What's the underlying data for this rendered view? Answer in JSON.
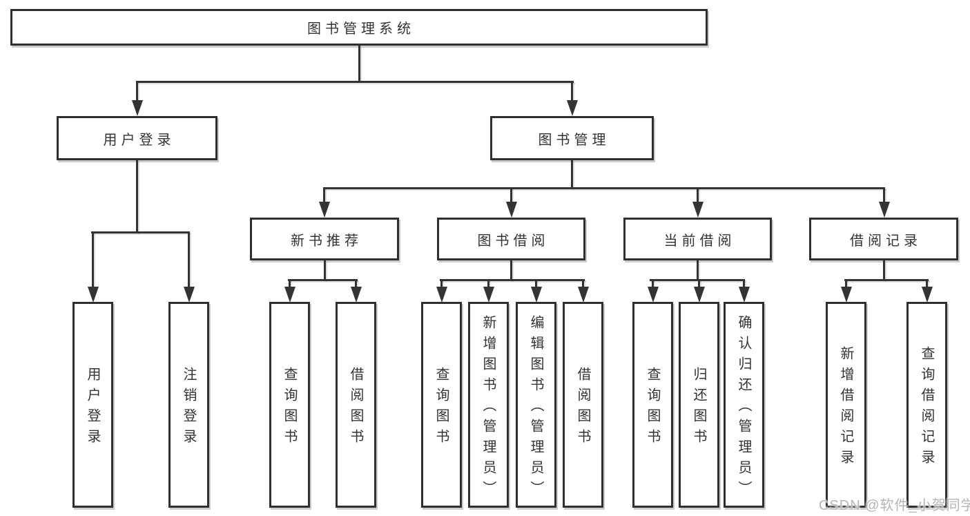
{
  "colors": {
    "line": "#333333",
    "text": "#333333",
    "box_background": "#ffffff",
    "watermark": "#b5b5b5"
  },
  "tree": {
    "root": "图书管理系统",
    "branches": [
      {
        "label": "用户登录",
        "children": [
          "用户登录",
          "注销登录"
        ]
      },
      {
        "label": "图书管理",
        "children": [
          {
            "label": "新书推荐",
            "children": [
              "查询图书",
              "借阅图书"
            ]
          },
          {
            "label": "图书借阅",
            "children": [
              "查询图书",
              "新增图书（管理员）",
              "编辑图书（管理员）",
              "借阅图书"
            ]
          },
          {
            "label": "当前借阅",
            "children": [
              "查询图书",
              "归还图书",
              "确认归还（管理员）"
            ]
          },
          {
            "label": "借阅记录",
            "children": [
              "新增借阅记录",
              "查询借阅记录"
            ]
          }
        ]
      }
    ]
  },
  "watermark": "CSDN @软件_小贺同学"
}
